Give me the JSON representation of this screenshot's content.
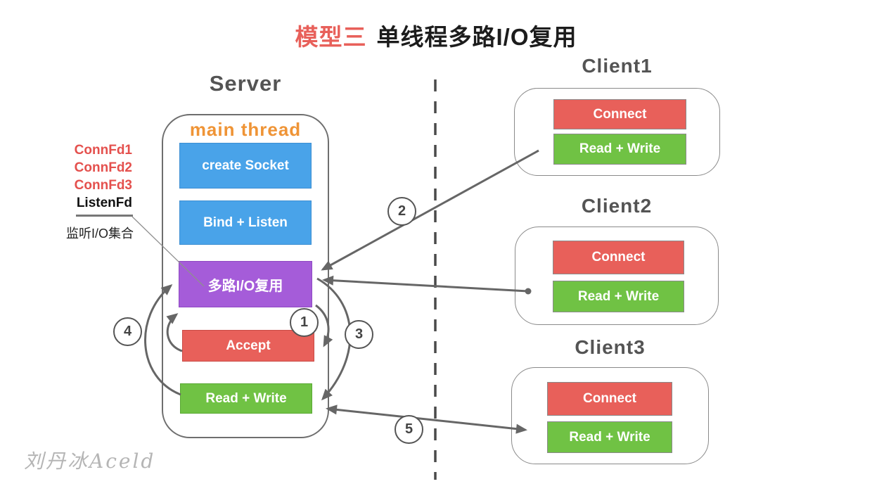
{
  "title": {
    "highlight": "模型三",
    "text": "单线程多路I/O复用"
  },
  "server": {
    "title": "Server",
    "thread_label": "main thread",
    "boxes": [
      "create Socket",
      "Bind + Listen",
      "多路I/O复用",
      "Accept",
      "Read + Write"
    ]
  },
  "fd_panel": {
    "conn_fds": [
      "ConnFd1",
      "ConnFd2",
      "ConnFd3"
    ],
    "listen_fd": "ListenFd",
    "listen_set_label": "监听I/O集合"
  },
  "clients": [
    {
      "name": "Client1",
      "connect_label": "Connect",
      "read_write_label": "Read + Write"
    },
    {
      "name": "Client2",
      "connect_label": "Connect",
      "read_write_label": "Read + Write"
    },
    {
      "name": "Client3",
      "connect_label": "Connect",
      "read_write_label": "Read + Write"
    }
  ],
  "flow": {
    "step_labels": [
      "1",
      "2",
      "3",
      "4",
      "5"
    ]
  },
  "watermark": "刘丹冰Aceld",
  "colors": {
    "box_blue": "#49a3e9",
    "box_purple": "#a55cd9",
    "box_red": "#e8605a",
    "box_green": "#70c244",
    "accent_orange": "#ef9436",
    "title_red": "#e8605a",
    "label_red": "#e4504d",
    "heading_gray": "#545454",
    "arrow_gray": "#666666",
    "watermark_gray": "#b5b5b5"
  }
}
